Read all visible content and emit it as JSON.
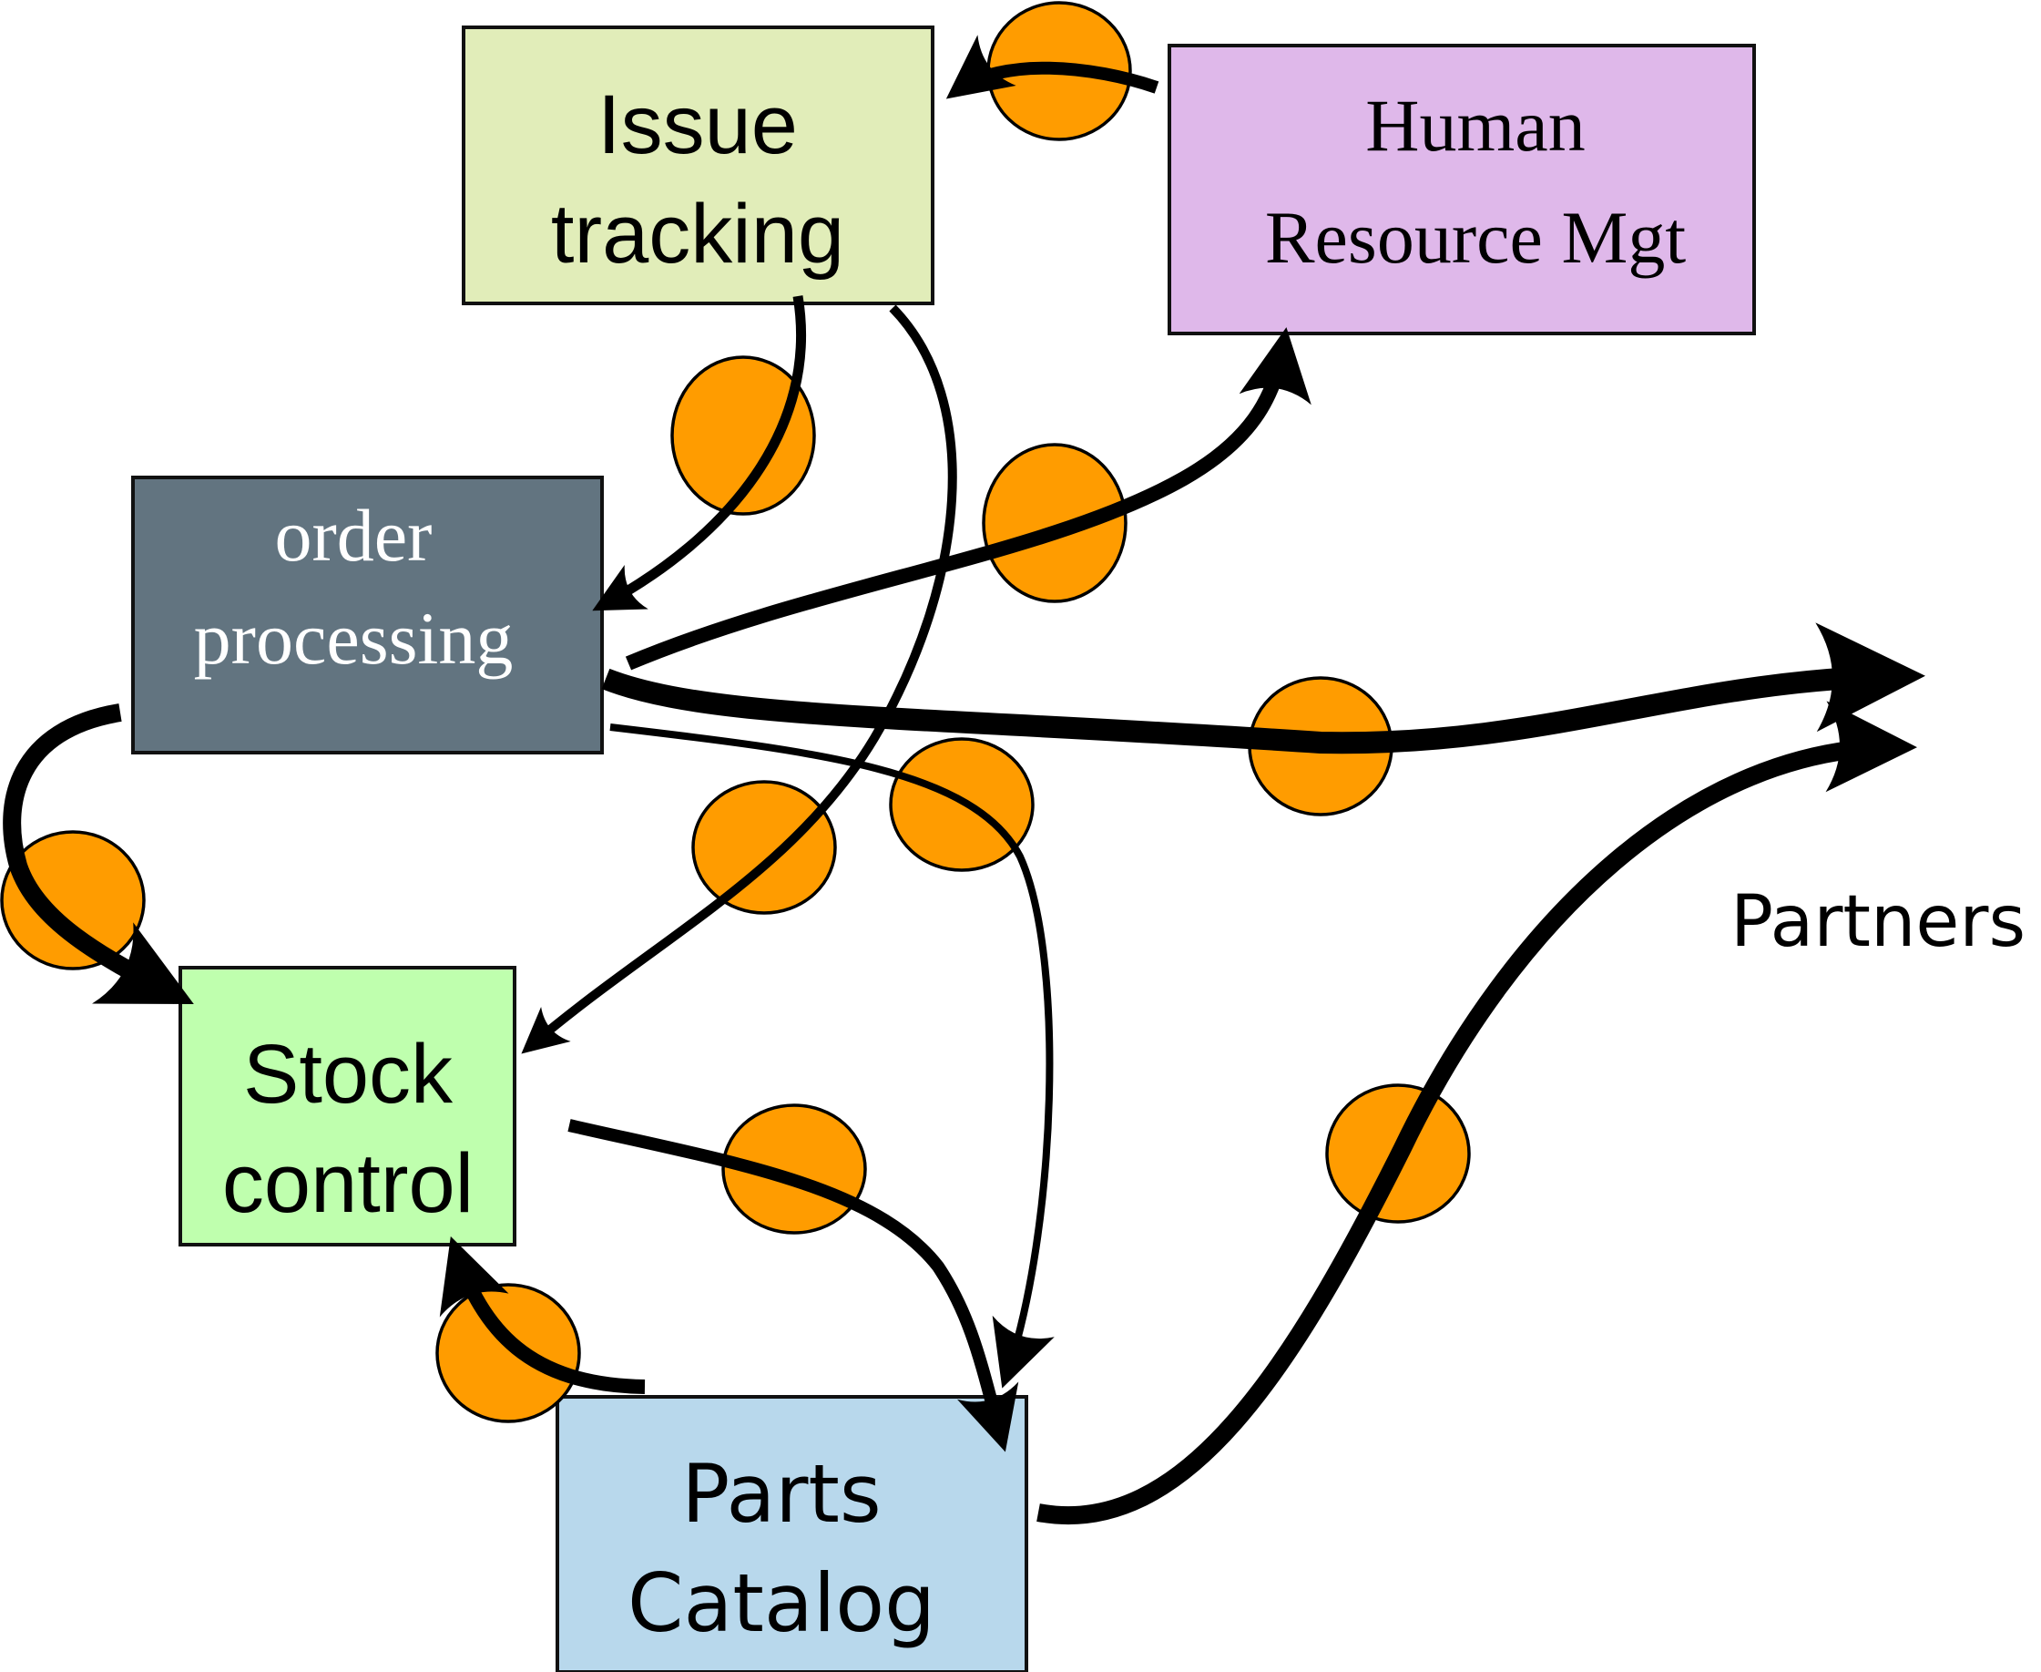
{
  "diagram": {
    "title": "",
    "boxes": [
      {
        "id": "issue",
        "lines": [
          "Issue",
          "tracking"
        ],
        "fill": "#E1EDB9",
        "text_color": "#000000",
        "style": "sans"
      },
      {
        "id": "hrm",
        "lines": [
          "Human",
          "Resource Mgt"
        ],
        "fill": "#DFB8EA",
        "text_color": "#000000",
        "style": "serif"
      },
      {
        "id": "order",
        "lines": [
          "order",
          "processing"
        ],
        "fill": "#627480",
        "text_color": "#FFFFFF",
        "style": "serif-white"
      },
      {
        "id": "stock",
        "lines": [
          "Stock",
          "control"
        ],
        "fill": "#BFFFAE",
        "text_color": "#000000",
        "style": "sans"
      },
      {
        "id": "parts",
        "lines": [
          "Parts",
          "Catalog"
        ],
        "fill": "#B8D8EC",
        "text_color": "#000000",
        "style": "hand"
      }
    ],
    "external": {
      "label": "Partners"
    },
    "node_color": "#FF9C00",
    "flows": [
      {
        "from": "Human Resource Mgt",
        "to": "Issue tracking"
      },
      {
        "from": "Issue tracking",
        "to": "order processing"
      },
      {
        "from": "Issue tracking",
        "to": "Stock control"
      },
      {
        "from": "order processing",
        "to": "Human Resource Mgt"
      },
      {
        "from": "order processing",
        "to": "Partners"
      },
      {
        "from": "order processing",
        "to": "Parts Catalog"
      },
      {
        "from": "order processing",
        "to": "Stock control"
      },
      {
        "from": "Stock control",
        "to": "Parts Catalog"
      },
      {
        "from": "Parts Catalog",
        "to": "Stock control"
      },
      {
        "from": "Parts Catalog",
        "to": "Partners"
      }
    ]
  }
}
